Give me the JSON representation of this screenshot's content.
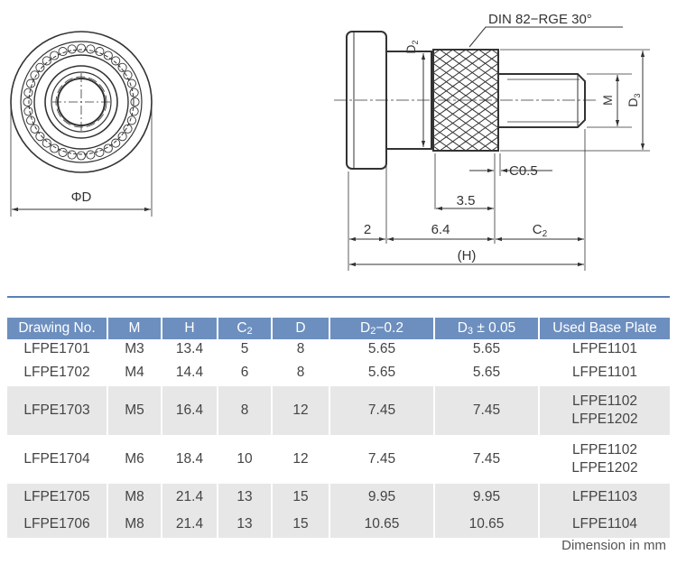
{
  "drawing": {
    "phi_d": "ΦD",
    "d2": "D",
    "d2_sub": "2",
    "d3": "D",
    "d3_sub": "3",
    "m": "M",
    "din": "DIN 82−RGE 30°",
    "c05": "C0.5",
    "dim_35": "3.5",
    "dim_2": "2",
    "dim_64": "6.4",
    "c2": "C",
    "c2_sub": "2",
    "h": "(H)"
  },
  "table": {
    "headers": {
      "drawing_no": "Drawing No.",
      "m": "M",
      "h": "H",
      "c2": "C",
      "c2_sub": "2",
      "d": "D",
      "d2": "D",
      "d2_sub": "2",
      "d2_tol": "−0.2",
      "d3": "D",
      "d3_sub": "3",
      "d3_tol": " ± 0.05",
      "base": "Used Base Plate"
    },
    "rows": [
      {
        "no": "LFPE1701",
        "m": "M3",
        "h": "13.4",
        "c2": "5",
        "d": "8",
        "d2": "5.65",
        "d3": "5.65",
        "base1": "LFPE1101",
        "base2": ""
      },
      {
        "no": "LFPE1702",
        "m": "M4",
        "h": "14.4",
        "c2": "6",
        "d": "8",
        "d2": "5.65",
        "d3": "5.65",
        "base1": "LFPE1101",
        "base2": ""
      },
      {
        "no": "LFPE1703",
        "m": "M5",
        "h": "16.4",
        "c2": "8",
        "d": "12",
        "d2": "7.45",
        "d3": "7.45",
        "base1": "LFPE1102",
        "base2": "LFPE1202"
      },
      {
        "no": "LFPE1704",
        "m": "M6",
        "h": "18.4",
        "c2": "10",
        "d": "12",
        "d2": "7.45",
        "d3": "7.45",
        "base1": "LFPE1102",
        "base2": "LFPE1202"
      },
      {
        "no": "LFPE1705",
        "m": "M8",
        "h": "21.4",
        "c2": "13",
        "d": "15",
        "d2": "9.95",
        "d3": "9.95",
        "base1": "LFPE1103",
        "base2": ""
      },
      {
        "no": "LFPE1706",
        "m": "M8",
        "h": "21.4",
        "c2": "13",
        "d": "15",
        "d2": "10.65",
        "d3": "10.65",
        "base1": "LFPE1104",
        "base2": ""
      }
    ],
    "unit_note": "Dimension in mm"
  },
  "colors": {
    "header_bg": "#6d8fbf",
    "rule": "#5b7fb4",
    "shade": "#e7e7e7"
  }
}
